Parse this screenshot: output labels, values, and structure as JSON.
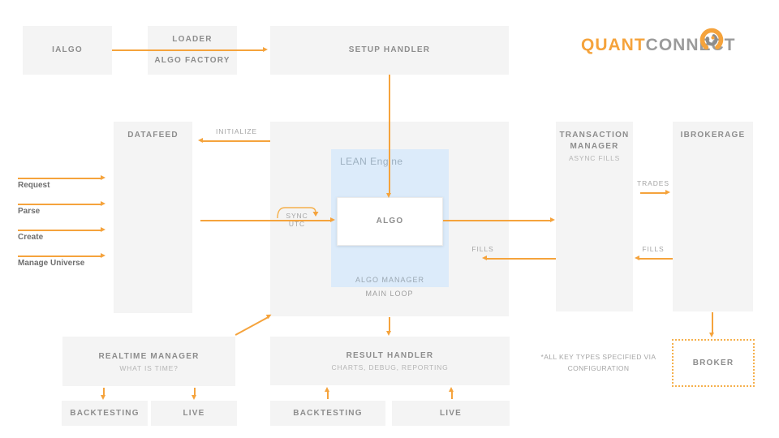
{
  "logo": {
    "part1": "QUANT",
    "part2": "CONNECT"
  },
  "nodes": {
    "ialgo": "IALGO",
    "loader_top": "LOADER",
    "loader_bottom": "ALGO FACTORY",
    "setup_handler": "SETUP HANDLER",
    "datafeed": "DATAFEED",
    "lean_engine": "LEAN Engine",
    "algo": "ALGO",
    "algo_manager": "ALGO MANAGER",
    "main_loop": "MAIN LOOP",
    "transaction_manager_line1": "TRANSACTION",
    "transaction_manager_line2": "MANAGER",
    "transaction_manager_sub": "ASYNC FILLS",
    "ibrokerage": "IBROKERAGE",
    "realtime_manager": "REALTIME MANAGER",
    "realtime_manager_sub": "WHAT IS TIME?",
    "result_handler": "RESULT HANDLER",
    "result_handler_sub": "CHARTS, DEBUG, REPORTING",
    "backtesting_left": "BACKTESTING",
    "live_left": "LIVE",
    "backtesting_mid": "BACKTESTING",
    "live_mid": "LIVE",
    "broker": "BROKER"
  },
  "edge_labels": {
    "initialize": "INITIALIZE",
    "sync_utc": "SYNC UTC",
    "trades": "TRADES",
    "fills_left": "FILLS",
    "fills_right": "FILLS"
  },
  "side_labels": [
    "Request",
    "Parse",
    "Create",
    "Manage Universe"
  ],
  "footnote": {
    "line1": "*ALL KEY TYPES SPECIFIED VIA",
    "line2": "CONFIGURATION"
  },
  "colors": {
    "accent_orange": "#f5a33c",
    "node_fill": "#f4f4f4",
    "lean_fill": "#dcebfa",
    "title_gray": "#8d8d8d",
    "subtitle_gray": "#b5b5b5"
  }
}
